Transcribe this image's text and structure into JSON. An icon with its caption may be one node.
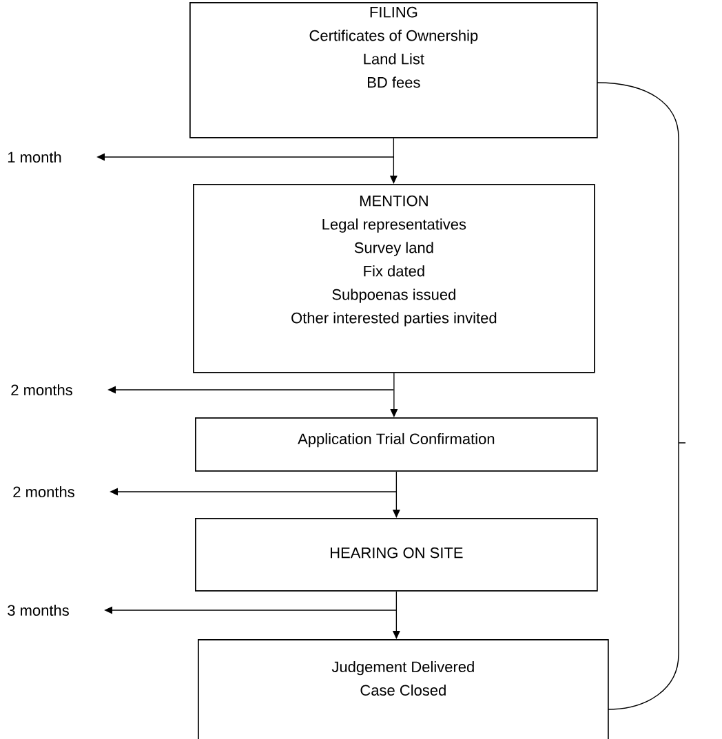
{
  "diagram": {
    "nodes": [
      {
        "text": [
          "FILING",
          "Certificates of Ownership",
          "Land List",
          "BD fees"
        ]
      },
      {
        "text": [
          "1 month"
        ]
      },
      {
        "text": [
          "MENTION",
          "Legal representatives",
          "Survey land",
          "Fix dated",
          "Subpoenas issued",
          "Other interested parties invited"
        ]
      },
      {
        "text": [
          "2 months"
        ]
      },
      {
        "text": [
          "Application Trial Confirmation"
        ]
      },
      {
        "text": [
          "2 months"
        ]
      },
      {
        "text": [
          "HEARING ON SITE"
        ]
      },
      {
        "text": [
          "3 months"
        ]
      },
      {
        "text": [
          "Judgement Delivered",
          "Case Closed"
        ]
      }
    ],
    "edges": [
      {
        "from": 0,
        "to": 2,
        "arrow": "to"
      },
      {
        "from": null,
        "to": 1,
        "arrow": "to"
      },
      {
        "from": 2,
        "to": 4,
        "arrow": "to"
      },
      {
        "from": null,
        "to": 3,
        "arrow": "to"
      },
      {
        "from": 4,
        "to": 6,
        "arrow": "to"
      },
      {
        "from": null,
        "to": 5,
        "arrow": "to"
      },
      {
        "from": 6,
        "to": 8,
        "arrow": "to"
      },
      {
        "from": null,
        "to": 7,
        "arrow": "to"
      }
    ]
  }
}
